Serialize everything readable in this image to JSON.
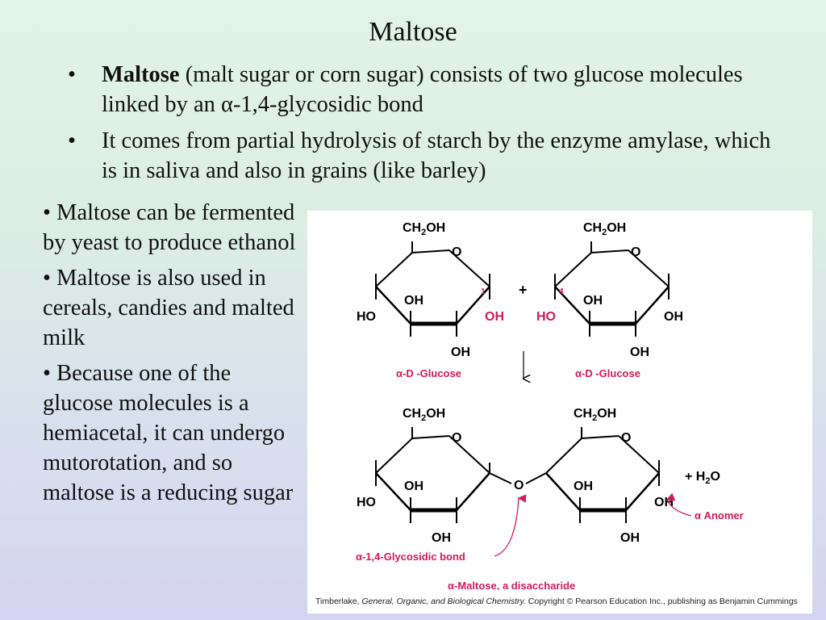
{
  "slide": {
    "title": "Maltose",
    "top_bullets": [
      {
        "bold": "Maltose",
        "text": " (malt sugar or corn sugar) consists of two glucose molecules linked by an α-1,4-glycosidic bond"
      },
      {
        "bold": "",
        "text": "It comes from partial hydrolysis of starch by the enzyme amylase, which is in saliva and also in grains (like barley)"
      }
    ],
    "left_bullets": [
      "Maltose can be fermented by yeast to produce ethanol",
      "Maltose is also used in cereals, candies and malted milk",
      "Because one of the glucose molecules is a hemiacetal, it can undergo mutorotation, and so maltose is a reducing sugar"
    ],
    "bullet_char": "•"
  },
  "figure": {
    "top_row": {
      "left_ring": {
        "ch2oh": "CH2OH",
        "ring_o": "O",
        "oh_c3": "OH",
        "ho_c4": "HO",
        "oh_c2": "OH",
        "oh_c1": "OH",
        "carbon_number": "1",
        "name": "α-D -Glucose"
      },
      "plus": "+",
      "right_ring": {
        "ch2oh": "CH2OH",
        "ring_o": "O",
        "oh_c3": "OH",
        "ho_c4": "HO",
        "oh_c2": "OH",
        "oh_c1": "OH",
        "carbon_number": "4",
        "name": "α-D -Glucose"
      }
    },
    "bottom_row": {
      "left_ring": {
        "ch2oh": "CH2OH",
        "ring_o": "O",
        "oh_c3": "OH",
        "ho_c4": "HO",
        "oh_c2": "OH"
      },
      "bridge_o": "O",
      "right_ring": {
        "ch2oh": "CH2OH",
        "ring_o": "O",
        "oh_c3": "OH",
        "oh_c2": "OH",
        "oh_c1": "OH"
      },
      "plus_water": "+ H2O",
      "anomer_label": "α Anomer",
      "bond_label": "α-1,4-Glycosidic bond",
      "product_label": "α-Maltose, a disaccharide"
    },
    "credit": {
      "author": "Timberlake, ",
      "book": "General, Organic, and Biological Chemistry.",
      "rest": " Copyright © Pearson Education Inc., publishing as Benjamin Cummings"
    },
    "colors": {
      "label_red": "#d11a5a",
      "line": "#000000"
    }
  }
}
